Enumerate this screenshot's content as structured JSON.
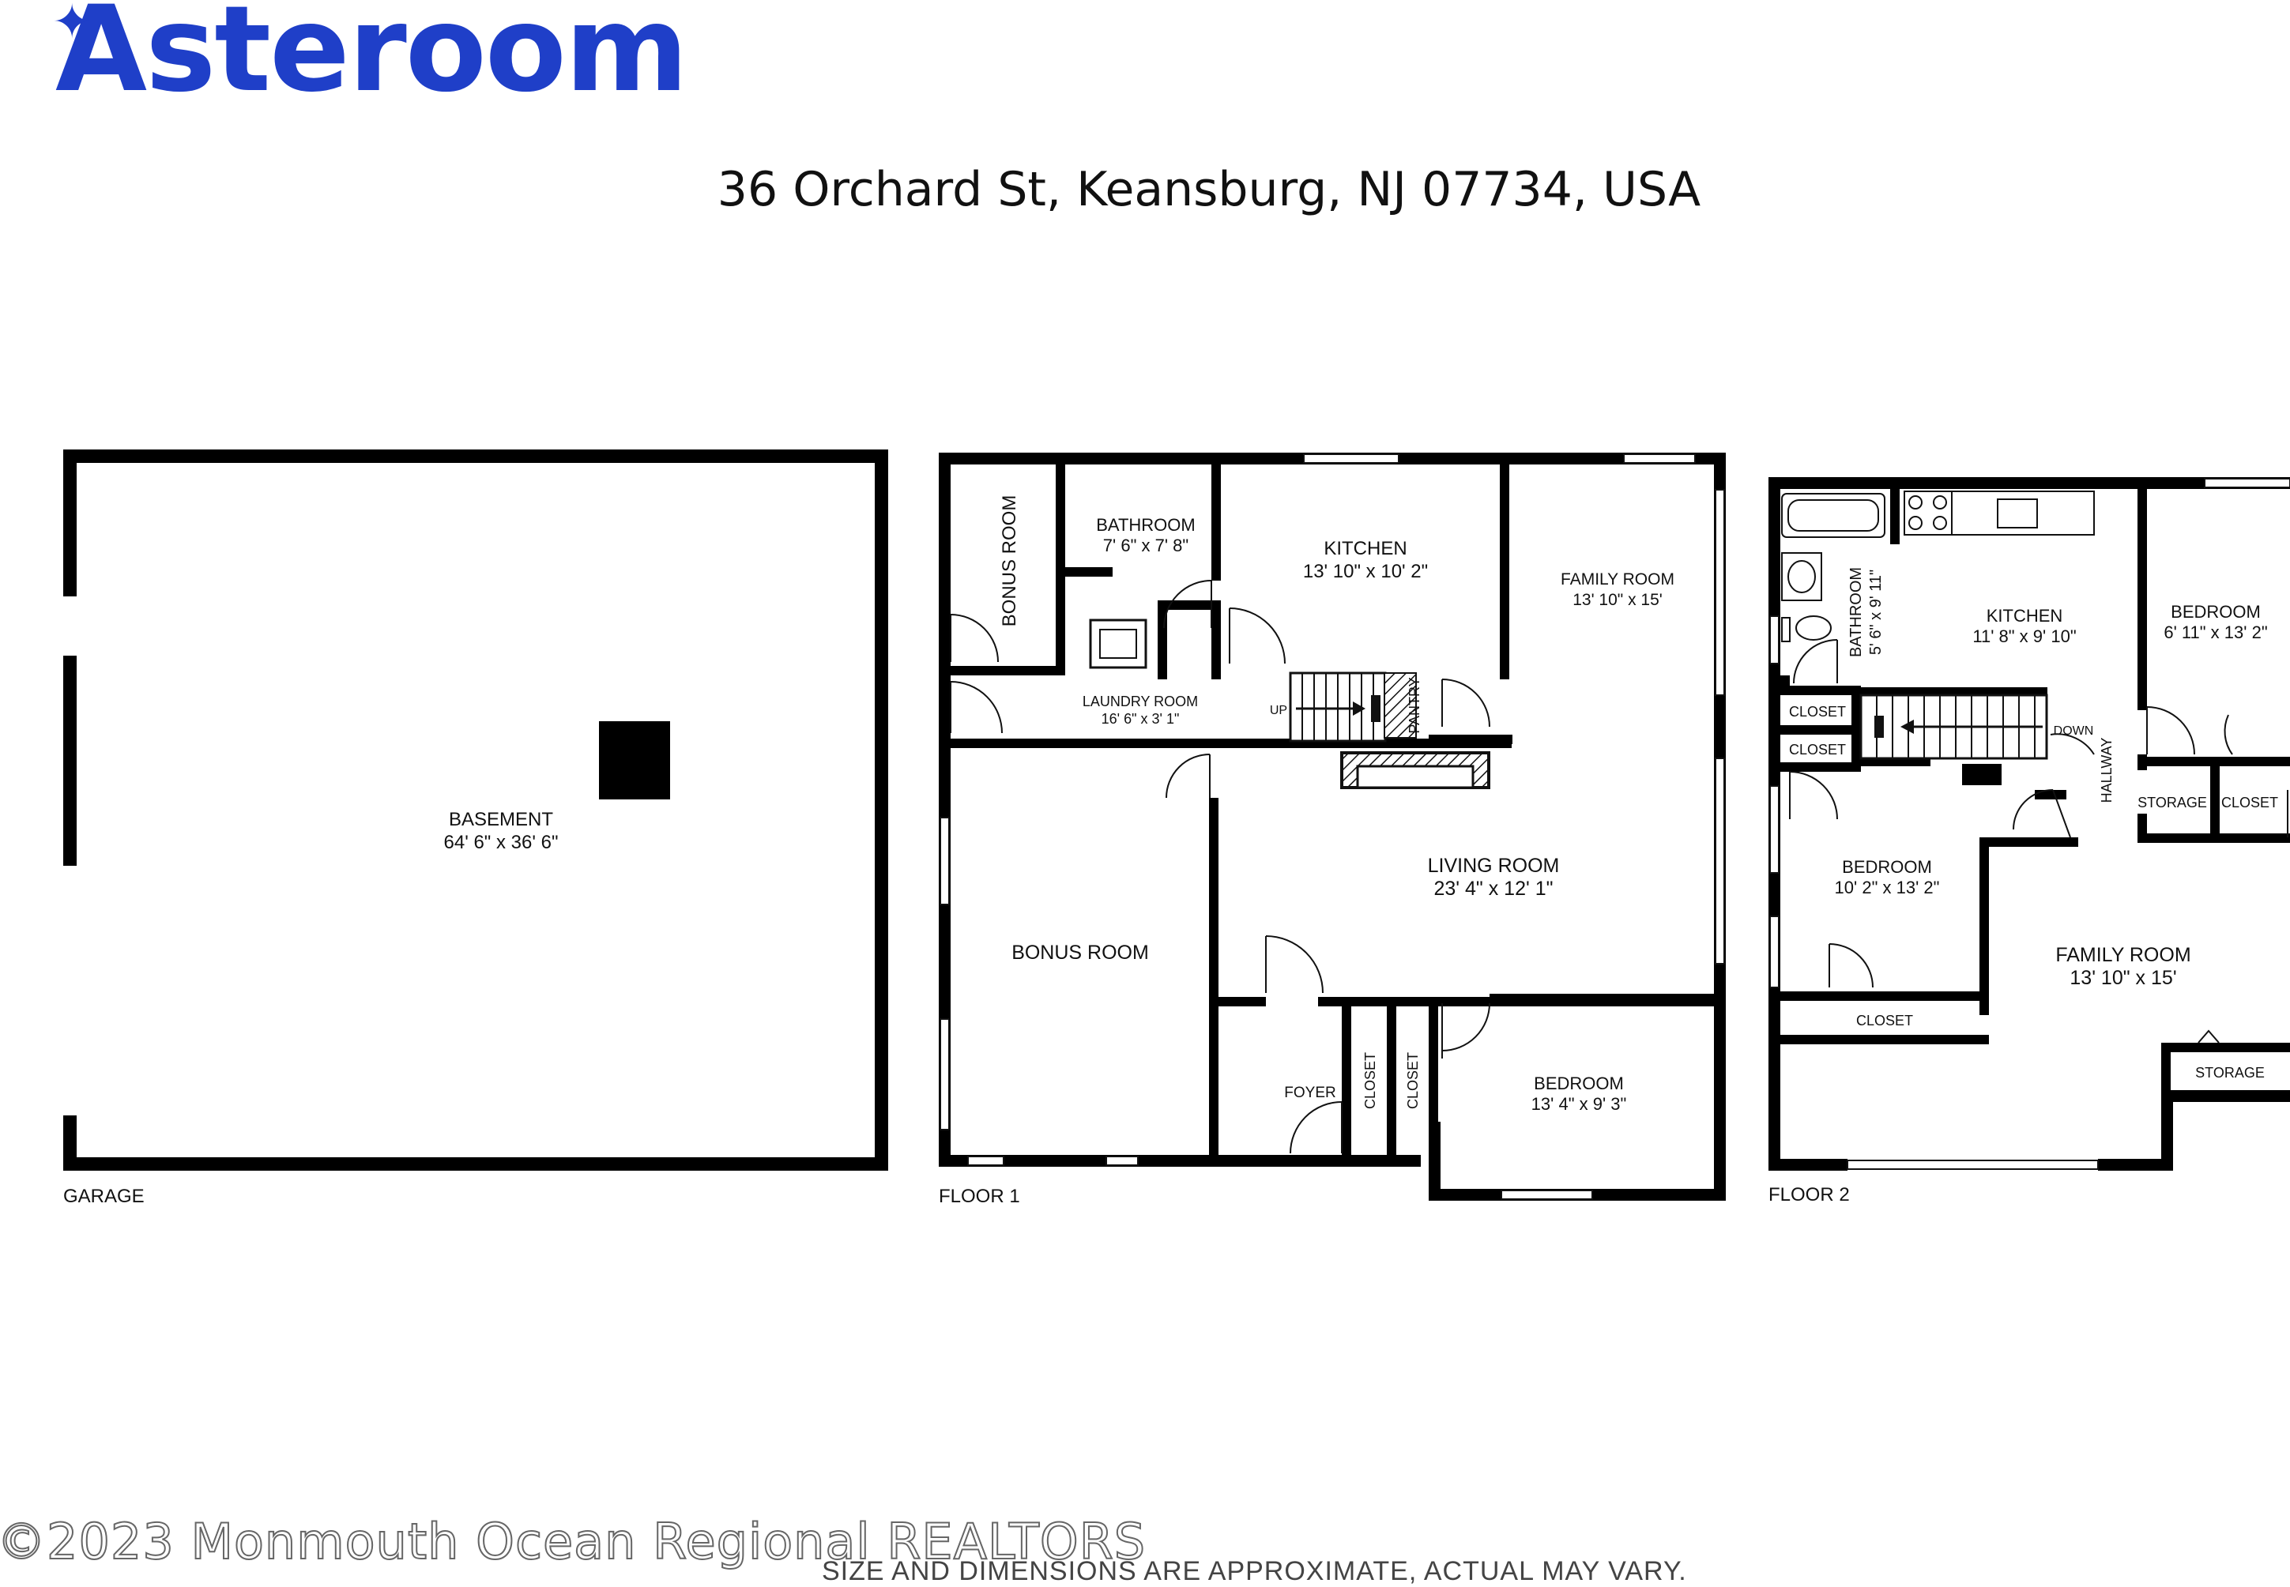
{
  "brand": {
    "logo_text": "Asteroom",
    "color": "#1f3fc8"
  },
  "address": "36 Orchard St, Keansburg, NJ 07734, USA",
  "floors": {
    "garage": {
      "label": "GARAGE",
      "rooms": {
        "basement": {
          "name": "BASEMENT",
          "size": "64' 6\" x 36' 6\""
        }
      }
    },
    "floor1": {
      "label": "FLOOR 1",
      "rooms": {
        "bonus_room_small": {
          "name": "BONUS ROOM"
        },
        "bathroom": {
          "name": "BATHROOM",
          "size": "7' 6\" x 7' 8\""
        },
        "kitchen": {
          "name": "KITCHEN",
          "size": "13' 10\" x 10' 2\""
        },
        "family_room": {
          "name": "FAMILY ROOM",
          "size": "13' 10\" x 15'"
        },
        "laundry_room": {
          "name": "LAUNDRY ROOM",
          "size": "16' 6\" x 3' 1\""
        },
        "pantry": {
          "name": "PANTRY"
        },
        "stairs_up": {
          "name": "UP"
        },
        "living_room": {
          "name": "LIVING ROOM",
          "size": "23' 4\" x 12' 1\""
        },
        "bonus_room": {
          "name": "BONUS ROOM"
        },
        "foyer": {
          "name": "FOYER"
        },
        "closet_a": {
          "name": "CLOSET"
        },
        "closet_b": {
          "name": "CLOSET"
        },
        "bedroom": {
          "name": "BEDROOM",
          "size": "13' 4\" x 9' 3\""
        }
      }
    },
    "floor2": {
      "label": "FLOOR 2",
      "rooms": {
        "bathroom": {
          "name": "BATHROOM",
          "size": "5' 6\" x 9' 11\""
        },
        "kitchen": {
          "name": "KITCHEN",
          "size": "11' 8\" x 9' 10\""
        },
        "bedroom_right": {
          "name": "BEDROOM",
          "size": "6' 11\" x 13' 2\""
        },
        "closet_1": {
          "name": "CLOSET"
        },
        "closet_2": {
          "name": "CLOSET"
        },
        "stairs_down": {
          "name": "DOWN"
        },
        "hallway": {
          "name": "HALLWAY"
        },
        "storage_1": {
          "name": "STORAGE"
        },
        "closet_3": {
          "name": "CLOSET"
        },
        "bedroom_left": {
          "name": "BEDROOM",
          "size": "10' 2\" x 13' 2\""
        },
        "family_room": {
          "name": "FAMILY ROOM",
          "size": "13' 10\" x 15'"
        },
        "closet_4": {
          "name": "CLOSET"
        },
        "storage_2": {
          "name": "STORAGE"
        }
      }
    }
  },
  "watermark": "©2023 Monmouth Ocean Regional REALTORS",
  "disclaimer": "SIZE AND DIMENSIONS ARE APPROXIMATE, ACTUAL MAY VARY."
}
